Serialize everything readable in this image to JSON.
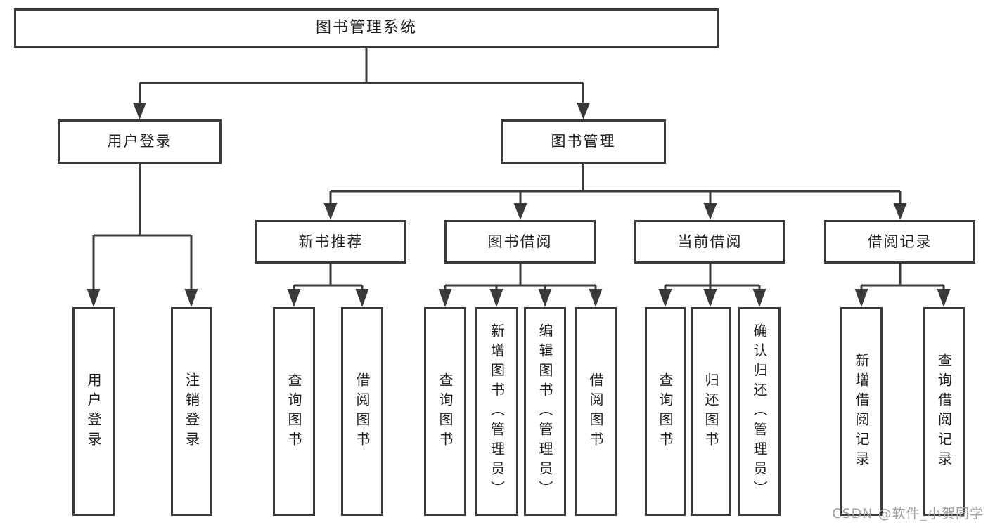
{
  "nodes": {
    "root": "图书管理系统",
    "level2": {
      "user_login": "用户登录",
      "book_management": "图书管理"
    },
    "level3": {
      "new_book_recommend": "新书推荐",
      "book_borrowing": "图书借阅",
      "current_borrowing": "当前借阅",
      "borrowing_records": "借阅记录"
    },
    "leaves": {
      "user_login": "用户登录",
      "logout_login": "注销登录",
      "query_books_recommend": "查询图书",
      "borrow_books_recommend": "借阅图书",
      "query_books_borrowing": "查询图书",
      "add_books_admin": "新增图书（管理员）",
      "edit_books_admin": "编辑图书（管理员）",
      "borrow_books_borrowing": "借阅图书",
      "query_books_current": "查询图书",
      "return_books": "归还图书",
      "confirm_return_admin": "确认归还（管理员）",
      "add_borrowing_record": "新增借阅记录",
      "query_borrowing_record": "查询借阅记录"
    }
  },
  "watermark": "CSDN @软件_小贺同学",
  "colors": {
    "line": "#3a3a3a",
    "text": "#1f1f1f",
    "watermark": "#9e9e9e",
    "background": "#ffffff"
  }
}
